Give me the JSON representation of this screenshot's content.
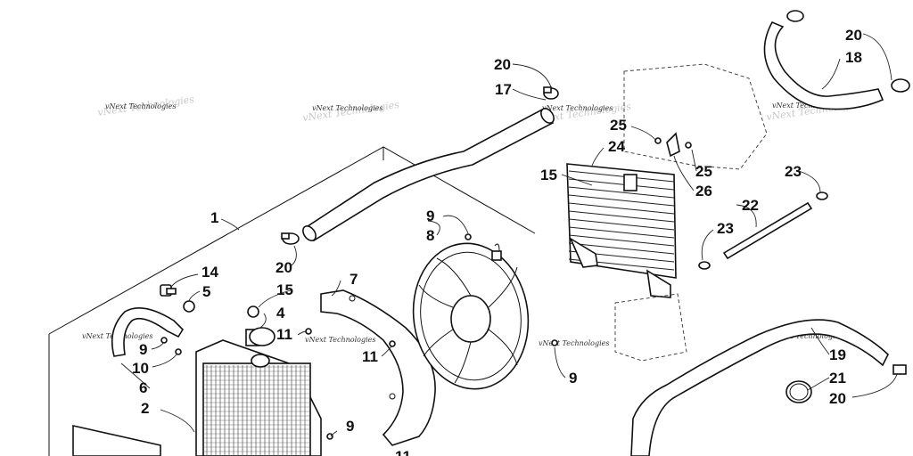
{
  "watermark": "vNext Technologies",
  "callouts": {
    "c1": "1",
    "c2": "2",
    "c4": "4",
    "c5": "5",
    "c6": "6",
    "c7": "7",
    "c8": "8",
    "c9a": "9",
    "c9b": "9",
    "c9c": "9",
    "c9d": "9",
    "c10": "10",
    "c11a": "11",
    "c11b": "11",
    "c11c": "11",
    "c14": "14",
    "c15a": "15",
    "c15b": "15",
    "c17": "17",
    "c18": "18",
    "c19": "19",
    "c20a": "20",
    "c20b": "20",
    "c20c": "20",
    "c20d": "20",
    "c21": "21",
    "c22": "22",
    "c23a": "23",
    "c23b": "23",
    "c24": "24",
    "c25a": "25",
    "c25b": "25",
    "c26": "26"
  }
}
